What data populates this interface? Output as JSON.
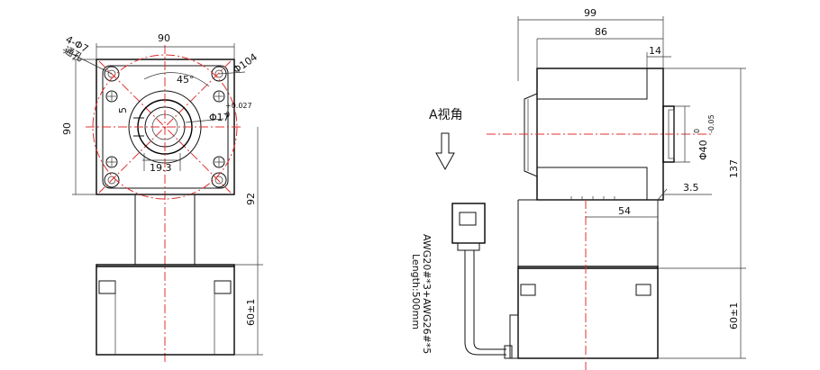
{
  "front_view": {
    "hole_label": "4-Φ7",
    "hole_note": "通孔",
    "width_top": "90",
    "height_left": "90",
    "pcd": "Φ104",
    "angle": "45°",
    "pilot_dia": "Φ17",
    "pilot_tol": "+0.027",
    "pilot_tol_low": "0",
    "key_width": "5",
    "shaft_height": "19.3",
    "gearbox_height": "92",
    "motor_height_left": "60±1"
  },
  "side_view": {
    "overall_length": "99",
    "body_length": "86",
    "flange_offset": "14",
    "view_label": "A视角",
    "boss_dia": "Φ40",
    "boss_tol_upper": "0",
    "boss_tol_lower": "-0.05",
    "boss_step": "3.5",
    "lower_offset": "54",
    "overall_height": "137",
    "motor_height_right": "60±1",
    "cable_spec": "AWG20#*3+AWG26#*5",
    "cable_length": "Length:500mm"
  }
}
